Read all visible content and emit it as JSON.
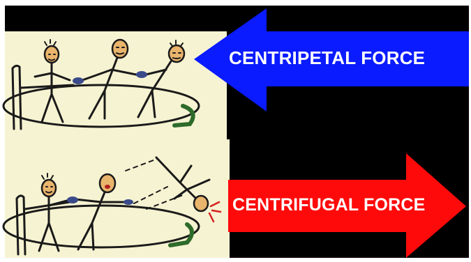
{
  "arrows": {
    "centripetal": {
      "label": "CENTRIPETAL FORCE",
      "color": "#0a1bff",
      "direction": "left"
    },
    "centrifugal": {
      "label": "CENTRIFUGAL FORCE",
      "color": "#ff0a0a",
      "direction": "right"
    }
  },
  "panels": {
    "top": {
      "scene": "three stick figures holding hands in a ring, spinning around a post"
    },
    "bottom": {
      "scene": "the outer stick figure lets go and is flung outward"
    }
  },
  "colors": {
    "background": "#000000",
    "panel": "#f6f3d2",
    "ink": "#1a1a1a",
    "hands": "#3a4a8a",
    "motion_mark": "#2e6b2a",
    "spark": "#d62020"
  }
}
